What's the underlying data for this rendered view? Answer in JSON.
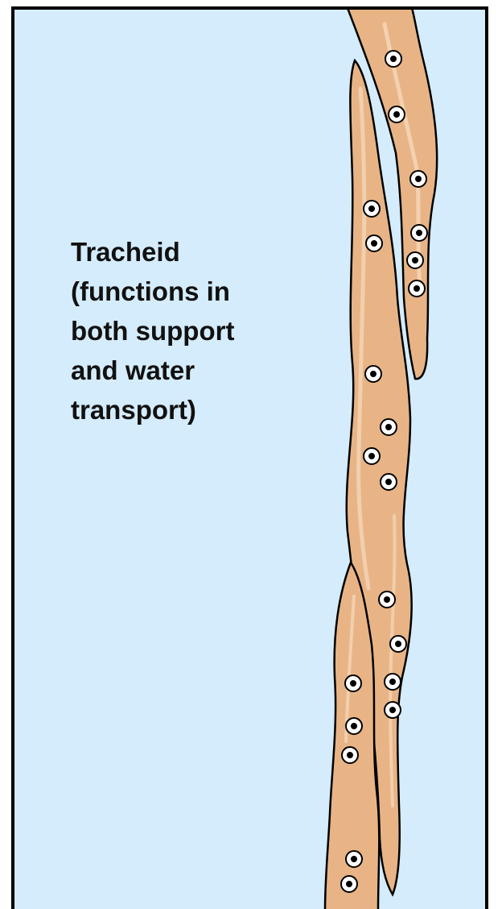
{
  "label": {
    "lines": [
      "Tracheid",
      "(functions in",
      "both support",
      "and water",
      "transport)"
    ]
  },
  "colors": {
    "background": "#d4ecfb",
    "cell_fill": "#e8b486",
    "cell_highlight": "#f6d8ba",
    "outline": "#000000"
  }
}
